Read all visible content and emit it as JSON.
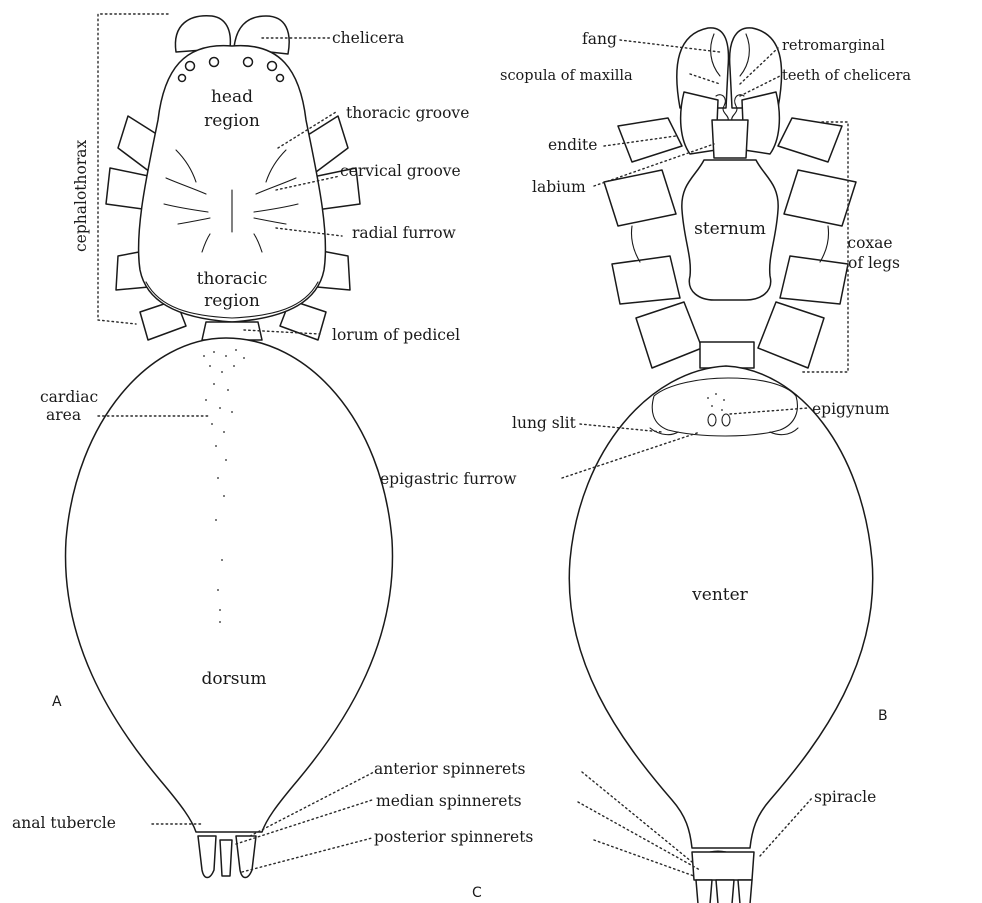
{
  "figure": {
    "panel_a": "A",
    "panel_b": "B",
    "panel_c": "C"
  },
  "dorsal_view": {
    "regions": {
      "head_region_1": "head",
      "head_region_2": "region",
      "thoracic_region_1": "thoracic",
      "thoracic_region_2": "region",
      "dorsum": "dorsum"
    },
    "labels": {
      "chelicera": "chelicera",
      "thoracic_groove": "thoracic groove",
      "cervical_groove": "cervical groove",
      "radial_furrow": "radial furrow",
      "lorum_of_pedicel": "lorum of pedicel",
      "cephalothorax": "cephalothorax",
      "cardiac_area_1": "cardiac",
      "cardiac_area_2": "area",
      "anal_tubercle": "anal tubercle",
      "anterior_spinnerets": "anterior spinnerets",
      "median_spinnerets": "median spinnerets",
      "posterior_spinnerets": "posterior spinnerets"
    }
  },
  "ventral_view": {
    "regions": {
      "sternum": "sternum",
      "venter": "venter"
    },
    "labels": {
      "fang": "fang",
      "retromarginal": "retromarginal",
      "teeth_of_chelicera": "teeth of chelicera",
      "scopula_of_maxilla": "scopula of maxilla",
      "endite": "endite",
      "labium": "labium",
      "coxae_1": "coxae",
      "coxae_2": "of legs",
      "lung_slit": "lung slit",
      "epigynum": "epigynum",
      "epigastric_furrow": "epigastric furrow",
      "spiracle": "spiracle"
    }
  }
}
